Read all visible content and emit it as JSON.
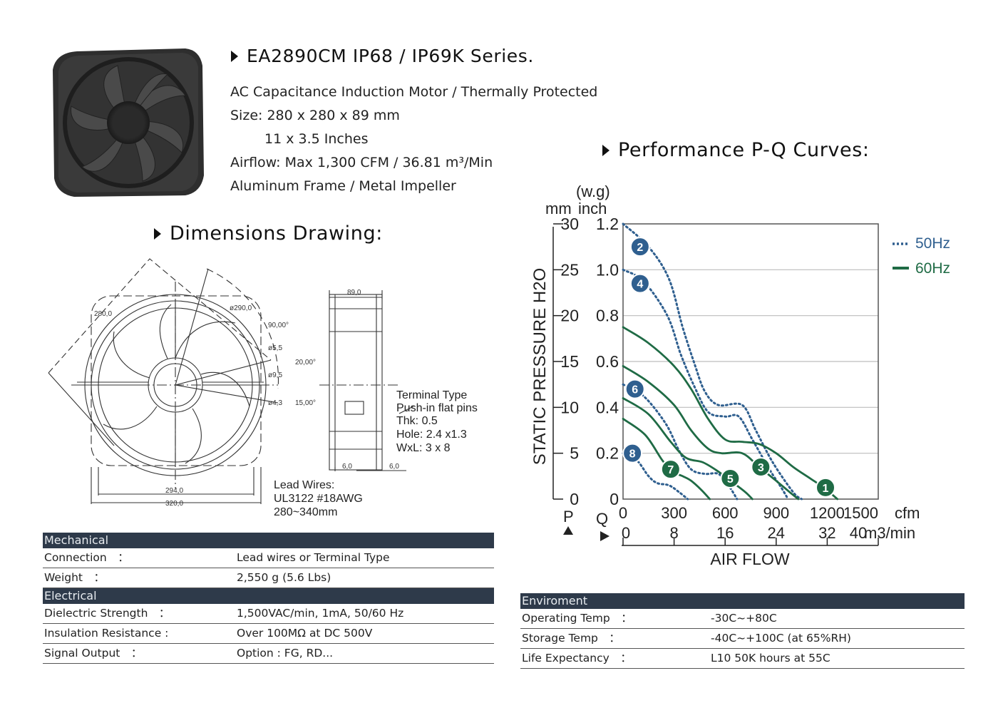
{
  "product": {
    "title": "EA2890CM IP68 / IP69K Series.",
    "specs": [
      "AC Capacitance Induction Motor / Thermally Protected",
      "Size: 280 x 280 x 89 mm",
      "11 x 3.5 Inches",
      "Airflow: Max 1,300 CFM / 36.81 m³/Min",
      "Aluminum Frame / Metal Impeller"
    ]
  },
  "dimensions": {
    "heading": "Dimensions Drawing:",
    "labels": {
      "d280": "280,0",
      "d290": "ø290,0",
      "a90": "90,00°",
      "h55": "ø5,5",
      "h95": "ø9,5",
      "a20": "20,00°",
      "h43": "ø4,3",
      "a15": "15,00°",
      "d294": "294,0",
      "d320": "320,0",
      "d89": "89,0",
      "d6a": "6,0",
      "d6b": "6,0"
    },
    "terminal_note": [
      "Terminal Type",
      "Push-in flat pins",
      "Thk: 0.5",
      "Hole: 2.4 x1.3",
      "WxL: 3 x 8"
    ],
    "lead_note": [
      "Lead Wires:",
      "UL3122 #18AWG",
      "280~340mm"
    ]
  },
  "performance": {
    "heading": "Performance P-Q Curves:"
  },
  "chart_data": {
    "type": "line",
    "title": "",
    "xlabel": "AIR FLOW",
    "ylabel": "STATIC PRESSURE H2O",
    "x_unit_primary": "cfm",
    "x_unit_secondary": "m3/min",
    "y_unit_left": "mm",
    "y_unit_right": "inch",
    "y_unit_top": "(w.g)",
    "axis_letter_x": "Q",
    "axis_letter_y": "P",
    "xlim": [
      0,
      1500
    ],
    "ylim": [
      0,
      1.2
    ],
    "x_ticks_cfm": [
      "0",
      "300",
      "600",
      "900",
      "1200",
      "1500"
    ],
    "x_ticks_m3": [
      "0",
      "8",
      "16",
      "24",
      "32",
      "40"
    ],
    "y_ticks_inch": [
      "0",
      "0.2",
      "0.4",
      "0.6",
      "0.8",
      "1.0",
      "1.2"
    ],
    "y_ticks_mm": [
      "0",
      "5",
      "10",
      "15",
      "20",
      "25",
      "30"
    ],
    "grid": true,
    "legend_position": "right",
    "legend": [
      {
        "label": "50Hz",
        "style": "dotted",
        "color": "#2f5f8f"
      },
      {
        "label": "60Hz",
        "style": "solid",
        "color": "#1f6b45"
      }
    ],
    "series": [
      {
        "marker": "2",
        "freq": "50Hz",
        "color": "#2f5f8f",
        "label_at": [
          100,
          1.1
        ],
        "points": [
          [
            0,
            1.2
          ],
          [
            150,
            1.1
          ],
          [
            270,
            0.96
          ],
          [
            350,
            0.75
          ],
          [
            420,
            0.59
          ],
          [
            480,
            0.47
          ],
          [
            560,
            0.41
          ],
          [
            700,
            0.41
          ],
          [
            780,
            0.3
          ],
          [
            880,
            0.16
          ],
          [
            1000,
            0.03
          ],
          [
            1050,
            0
          ]
        ]
      },
      {
        "marker": "4",
        "freq": "50Hz",
        "color": "#2f5f8f",
        "label_at": [
          100,
          0.94
        ],
        "points": [
          [
            0,
            1.0
          ],
          [
            120,
            0.95
          ],
          [
            260,
            0.8
          ],
          [
            340,
            0.63
          ],
          [
            420,
            0.49
          ],
          [
            500,
            0.38
          ],
          [
            600,
            0.36
          ],
          [
            680,
            0.36
          ],
          [
            760,
            0.26
          ],
          [
            860,
            0.13
          ],
          [
            930,
            0.05
          ],
          [
            970,
            0
          ]
        ]
      },
      {
        "marker": "6",
        "freq": "50Hz",
        "color": "#2f5f8f",
        "label_at": [
          70,
          0.48
        ],
        "points": [
          [
            0,
            0.5
          ],
          [
            120,
            0.45
          ],
          [
            250,
            0.33
          ],
          [
            330,
            0.21
          ],
          [
            400,
            0.13
          ],
          [
            480,
            0.11
          ],
          [
            560,
            0.11
          ],
          [
            620,
            0.06
          ],
          [
            670,
            0
          ]
        ]
      },
      {
        "marker": "8",
        "freq": "50Hz",
        "color": "#2f5f8f",
        "label_at": [
          55,
          0.2
        ],
        "points": [
          [
            0,
            0.2
          ],
          [
            80,
            0.17
          ],
          [
            150,
            0.1
          ],
          [
            200,
            0.07
          ],
          [
            270,
            0.06
          ],
          [
            330,
            0.03
          ],
          [
            380,
            0
          ]
        ]
      },
      {
        "marker": "1",
        "freq": "60Hz",
        "color": "#1f6b45",
        "label_at": [
          1190,
          0.05
        ],
        "points": [
          [
            0,
            0.75
          ],
          [
            150,
            0.68
          ],
          [
            300,
            0.58
          ],
          [
            400,
            0.48
          ],
          [
            500,
            0.35
          ],
          [
            600,
            0.26
          ],
          [
            700,
            0.25
          ],
          [
            800,
            0.24
          ],
          [
            900,
            0.2
          ],
          [
            1000,
            0.14
          ],
          [
            1100,
            0.09
          ],
          [
            1180,
            0.05
          ],
          [
            1260,
            0
          ]
        ]
      },
      {
        "marker": "3",
        "freq": "60Hz",
        "color": "#1f6b45",
        "label_at": [
          810,
          0.14
        ],
        "points": [
          [
            0,
            0.58
          ],
          [
            150,
            0.51
          ],
          [
            300,
            0.41
          ],
          [
            400,
            0.3
          ],
          [
            500,
            0.22
          ],
          [
            580,
            0.2
          ],
          [
            700,
            0.2
          ],
          [
            800,
            0.14
          ],
          [
            900,
            0.08
          ],
          [
            980,
            0.03
          ],
          [
            1030,
            0
          ]
        ]
      },
      {
        "marker": "5",
        "freq": "60Hz",
        "color": "#1f6b45",
        "label_at": [
          630,
          0.09
        ],
        "points": [
          [
            0,
            0.44
          ],
          [
            150,
            0.37
          ],
          [
            280,
            0.25
          ],
          [
            370,
            0.18
          ],
          [
            470,
            0.16
          ],
          [
            560,
            0.12
          ],
          [
            650,
            0.07
          ],
          [
            720,
            0.03
          ],
          [
            760,
            0
          ]
        ]
      },
      {
        "marker": "7",
        "freq": "60Hz",
        "color": "#1f6b45",
        "label_at": [
          280,
          0.13
        ],
        "points": [
          [
            0,
            0.35
          ],
          [
            130,
            0.28
          ],
          [
            230,
            0.17
          ],
          [
            290,
            0.12
          ],
          [
            350,
            0.1
          ],
          [
            400,
            0.08
          ],
          [
            460,
            0.04
          ],
          [
            510,
            0
          ]
        ]
      }
    ]
  },
  "tables": {
    "left": [
      {
        "section": "Mechanical",
        "rows": [
          {
            "k": "Connection　：",
            "v": "Lead wires or Terminal Type"
          },
          {
            "k": "Weight　：",
            "v": "2,550 g (5.6 Lbs)"
          }
        ]
      },
      {
        "section": "Electrical",
        "rows": [
          {
            "k": "Dielectric Strength　：",
            "v": "1,500VAC/min, 1mA, 50/60 Hz"
          },
          {
            "k": "Insulation Resistance :",
            "v": "Over 100MΩ at DC 500V"
          },
          {
            "k": "Signal Output　：",
            "v": "Option : FG, RD..."
          }
        ]
      }
    ],
    "right": [
      {
        "section": "Enviroment",
        "rows": [
          {
            "k": "Operating Temp　：",
            "v": "-30C~+80C"
          },
          {
            "k": "Storage Temp　：",
            "v": "-40C~+100C (at 65%RH)"
          },
          {
            "k": "Life Expectancy　：",
            "v": "L10 50K hours at 55C"
          }
        ]
      }
    ]
  }
}
